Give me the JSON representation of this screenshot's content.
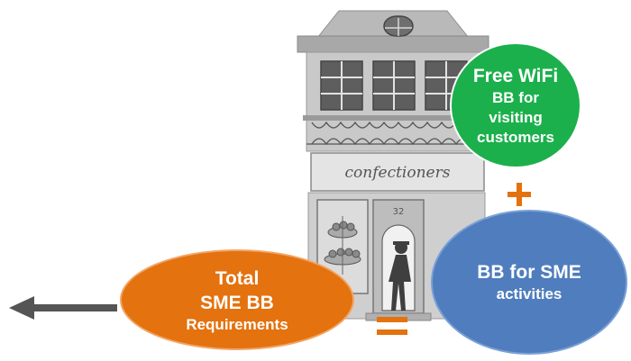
{
  "building": {
    "sign_text": "confectioners",
    "door_number": "32"
  },
  "wifi_circle": {
    "title": "Free WiFi",
    "lines": [
      "BB for",
      "visiting",
      "customers"
    ],
    "color": "#1bb04b"
  },
  "sme_circle": {
    "lines": [
      "BB for SME",
      "activities"
    ],
    "color": "#4f7dbd"
  },
  "total_circle": {
    "lines": [
      "Total",
      "SME BB",
      "Requirements"
    ],
    "color": "#e3720f"
  },
  "operators": {
    "plus_icon": "plus-sign",
    "equals_icon": "equals-sign",
    "color": "#e3720f"
  },
  "arrow": {
    "icon": "arrow-left",
    "color": "#555555"
  }
}
